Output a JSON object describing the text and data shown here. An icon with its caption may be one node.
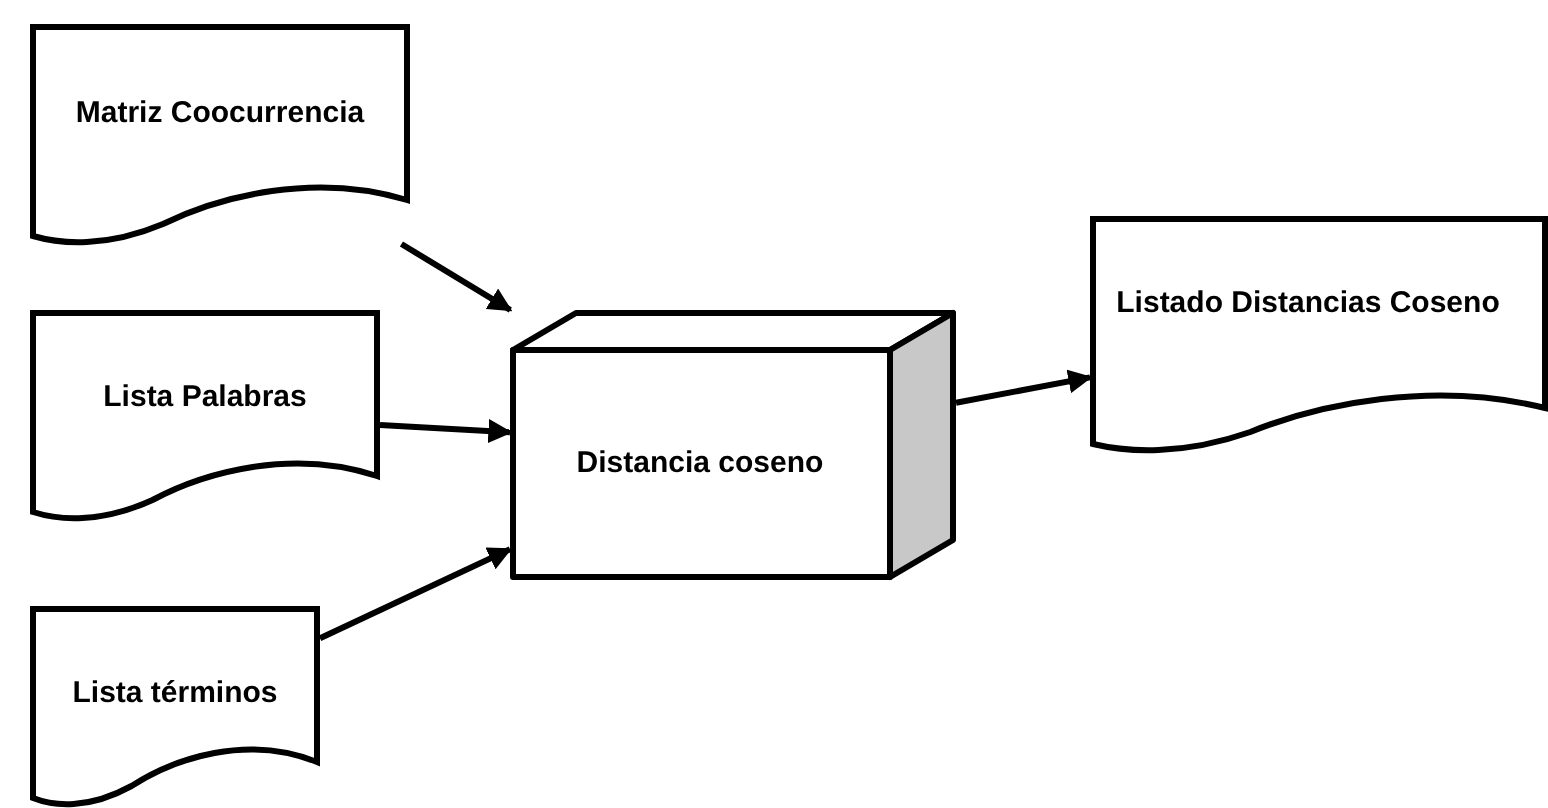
{
  "diagram": {
    "nodes": [
      {
        "text": [
          "Matriz Coocurrencia"
        ]
      },
      {
        "text": [
          "Lista Palabras"
        ]
      },
      {
        "text": [
          "Lista términos"
        ]
      },
      {
        "text": [
          "Distancia coseno"
        ]
      },
      {
        "text": [
          "Listado Distancias Coseno"
        ]
      }
    ],
    "edges": [
      {
        "from": 0,
        "to": 3,
        "arrow": "to"
      },
      {
        "from": 1,
        "to": 3,
        "arrow": "to"
      },
      {
        "from": 2,
        "to": 3,
        "arrow": "to"
      },
      {
        "from": 3,
        "to": 4,
        "arrow": "to"
      }
    ]
  }
}
